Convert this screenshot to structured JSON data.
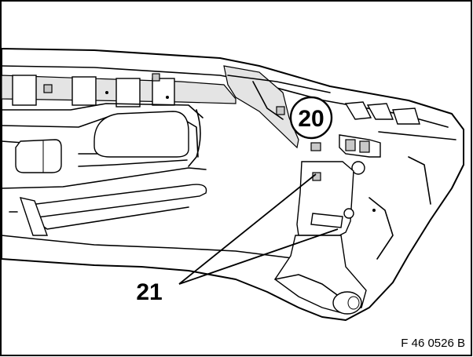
{
  "callouts": {
    "part_20": "20",
    "part_21": "21"
  },
  "figure_id": "F 46 0526 B"
}
